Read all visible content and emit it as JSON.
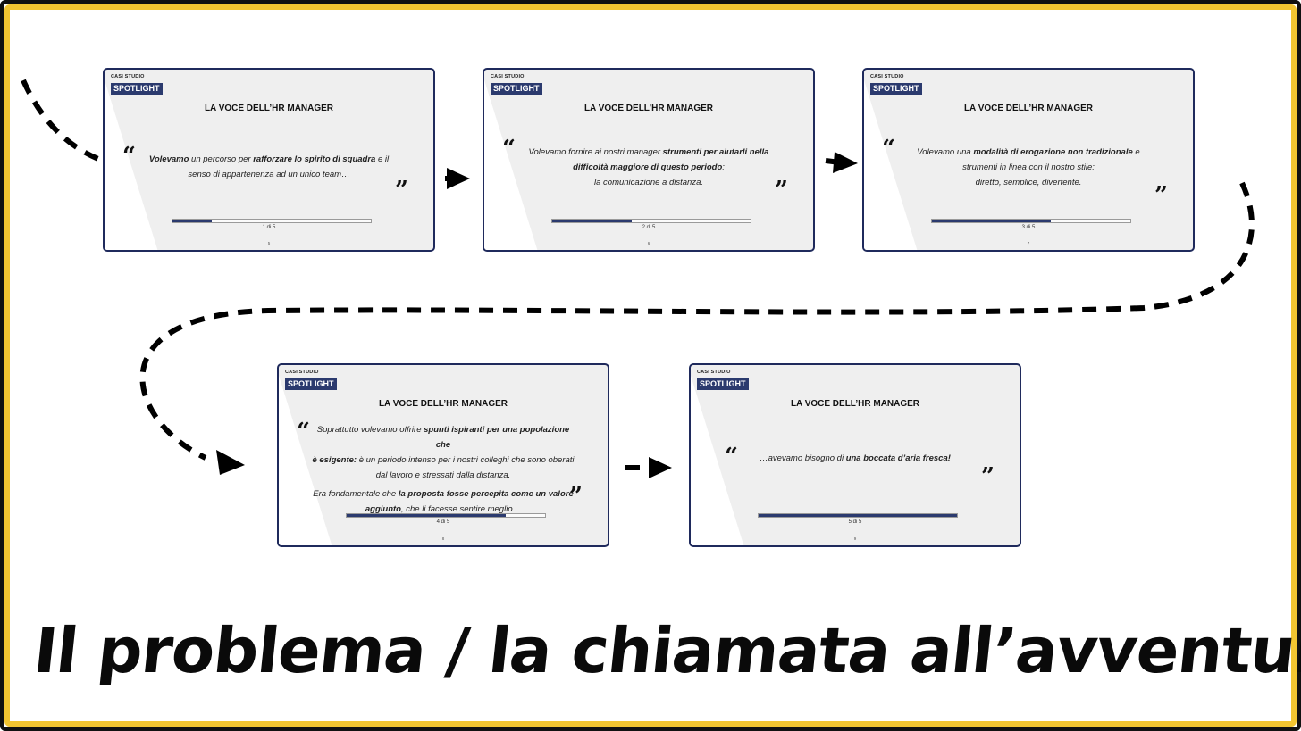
{
  "heading": "Il problema / la chiamata all’avventura",
  "colors": {
    "frame_outer": "#111111",
    "frame_inner": "#f2c531",
    "slide_border": "#1f2a5c",
    "accent": "#2b3a6e"
  },
  "slides": [
    {
      "category": "CASI STUDIO",
      "badge": "SPOTLIGHT",
      "title": "LA VOCE DELL’HR MANAGER",
      "quote_open": "“",
      "quote_close": "”",
      "lines": [
        [
          {
            "t": "Volevamo",
            "b": true
          },
          {
            "t": " un percorso per "
          },
          {
            "t": "rafforzare lo spirito di squadra",
            "b": true
          },
          {
            "t": " e il"
          }
        ],
        [
          {
            "t": "senso di appartenenza ad un unico team…"
          }
        ]
      ],
      "progress": 0.2,
      "position_label": "1 di 5",
      "page_number": "5"
    },
    {
      "category": "CASI STUDIO",
      "badge": "SPOTLIGHT",
      "title": "LA VOCE DELL’HR MANAGER",
      "quote_open": "“",
      "quote_close": "”",
      "lines": [
        [
          {
            "t": "Volevamo fornire ai nostri manager "
          },
          {
            "t": "strumenti per aiutarli nella",
            "b": true
          }
        ],
        [
          {
            "t": "difficoltà maggiore di questo periodo",
            "b": true
          },
          {
            "t": ":"
          }
        ],
        [
          {
            "t": "la comunicazione a distanza."
          }
        ]
      ],
      "progress": 0.4,
      "position_label": "2 di 5",
      "page_number": "6"
    },
    {
      "category": "CASI STUDIO",
      "badge": "SPOTLIGHT",
      "title": "LA VOCE DELL’HR MANAGER",
      "quote_open": "“",
      "quote_close": "”",
      "lines": [
        [
          {
            "t": "Volevamo una "
          },
          {
            "t": "modalità di erogazione non tradizionale",
            "b": true
          },
          {
            "t": " e"
          }
        ],
        [
          {
            "t": "strumenti in linea con il nostro stile:"
          }
        ],
        [
          {
            "t": "diretto, semplice, divertente."
          }
        ]
      ],
      "progress": 0.6,
      "position_label": "3 di 5",
      "page_number": "7"
    },
    {
      "category": "CASI STUDIO",
      "badge": "SPOTLIGHT",
      "title": "LA VOCE DELL’HR MANAGER",
      "quote_open": "“",
      "quote_close": "”",
      "lines": [
        [
          {
            "t": "Soprattutto volevamo offrire "
          },
          {
            "t": "spunti ispiranti per una popolazione che",
            "b": true
          }
        ],
        [
          {
            "t": "è esigente:",
            "b": true
          },
          {
            "t": " è un periodo intenso per i nostri colleghi che sono oberati"
          }
        ],
        [
          {
            "t": "dal lavoro e stressati dalla distanza."
          }
        ],
        [
          {
            "t": "Era fondamentale che "
          },
          {
            "t": "la proposta fosse percepita come un valore",
            "b": true
          }
        ],
        [
          {
            "t": "aggiunto",
            "b": true
          },
          {
            "t": ", che li facesse sentire meglio…"
          }
        ]
      ],
      "progress": 0.8,
      "position_label": "4 di 5",
      "page_number": "8"
    },
    {
      "category": "CASI STUDIO",
      "badge": "SPOTLIGHT",
      "title": "LA VOCE DELL’HR MANAGER",
      "quote_open": "“",
      "quote_close": "”",
      "lines": [
        [
          {
            "t": "…avevamo bisogno di "
          },
          {
            "t": "una boccata d’aria fresca!",
            "b": true
          }
        ]
      ],
      "progress": 1.0,
      "position_label": "5 di 5",
      "page_number": "9"
    }
  ]
}
